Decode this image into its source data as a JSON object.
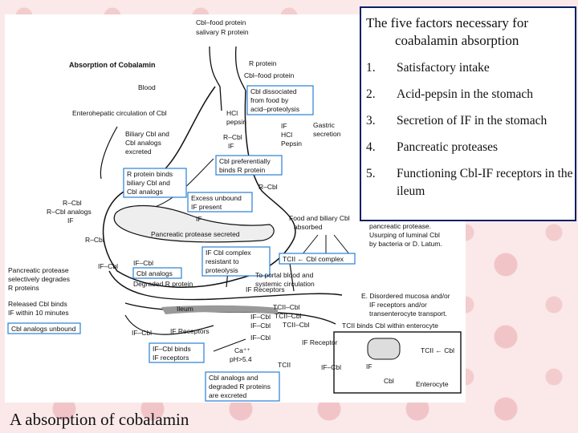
{
  "info_box": {
    "title_line1": "The five factors necessary for",
    "title_line2": "coabalamin absorption",
    "items": [
      {
        "num": "1.",
        "text": "Satisfactory intake"
      },
      {
        "num": "2.",
        "text": "Acid-pepsin in the stomach"
      },
      {
        "num": "3.",
        "text": "Secretion of IF in the stomach"
      },
      {
        "num": "4.",
        "text": "Pancreatic proteases"
      },
      {
        "num": "5.",
        "text": "Functioning Cbl-IF receptors in the ileum"
      }
    ]
  },
  "caption": "A absorption of cobalamin",
  "diagram": {
    "title": "Absorption of Cobalamin",
    "top_label_1": "Cbl–food protein",
    "top_label_2": "salivary R protein",
    "r_protein": "R protein",
    "cbl_food_protein": "Cbl–food protein",
    "dissociated_1": "Cbl dissociated",
    "dissociated_2": "from food by",
    "dissociated_3": "acid–proteolysis",
    "hcl": "HCl",
    "pepsin": "pepsin",
    "if": "IF",
    "hcl2": "HCl",
    "pepsin2": "Pepsin",
    "gastric_1": "Gastric",
    "gastric_2": "secretion",
    "r_cbl": "R–Cbl",
    "if2": "IF",
    "pref_1": "Cbl preferentially",
    "pref_2": "binds R protein",
    "blood": "Blood",
    "enterohepatic": "Enterohepatic circulation of Cbl",
    "biliary_1": "Biliary Cbl and",
    "biliary_2": "Cbl analogs",
    "biliary_3": "excreted",
    "rbind_1": "R protein binds",
    "rbind_2": "biliary Cbl and",
    "rbind_3": "Cbl analogs",
    "r_cbl2": "R–Cbl",
    "excess_1": "Excess unbound",
    "excess_2": "IF present",
    "r_cbl3": "R–Cbl",
    "r_cbl_analogs": "R–Cbl analogs",
    "if3": "IF",
    "if4": "IF",
    "food_biliary_1": "Food and biliary Cbl",
    "food_biliary_2": "absorbed",
    "pancreatic_secreted": "Pancreatic protease secreted",
    "r_cbl4": "R–Cbl",
    "if_cbl": "IF–Cbl",
    "if_cbl2": "IF–Cbl",
    "if_cbl_complex_1": "IF Cbl complex",
    "if_cbl_complex_2": "resistant to",
    "if_cbl_complex_3": "proteolysis",
    "cbl_analogs": "Cbl analogs",
    "degraded_r": "Degraded R protein",
    "tcii_complex": "TCII ← Cbl complex",
    "pp_degrades_1": "Pancreatic protease",
    "pp_degrades_2": "selectively degrades",
    "pp_degrades_3": "R proteins",
    "released_1": "Released Cbl binds",
    "released_2": "IF within 10 minutes",
    "unbound": "Cbl analogs unbound",
    "portal_1": "To portal blood and",
    "portal_2": "systemic circulation",
    "if_receptors": "IF Receptors",
    "ileum": "Ileum",
    "if_receptors2": "IF Receptors",
    "tcii_cbl1": "TCII–Cbl",
    "tcii_cbl2": "TCII–Cbl",
    "tcii_cbl3": "TCII–Cbl",
    "if_cbl3": "IF–Cbl",
    "if_cbl4": "IF–Cbl",
    "if_cbl5": "IF–Cbl",
    "if_cbl6": "IF–Cbl",
    "ca": "Ca⁺⁺",
    "ph": "pH>5.4",
    "tcii": "TCII",
    "disordered_1": "E. Disordered mucosa and/or",
    "disordered_2": "IF receptors and/or",
    "disordered_3": "transenterocyte transport.",
    "tcii_within": "TCII binds Cbl within enterocyte",
    "if_receptor": "IF Receptor",
    "tcii_cbl_right": "TCII ← Cbl",
    "if_cbl_right": "IF–Cbl",
    "if_right": "IF",
    "cbl_right": "Cbl",
    "enterocyte": "Enterocyte",
    "if_binds_1": "IF–Cbl binds",
    "if_binds_2": "IF receptors",
    "degraded_1": "Cbl analogs and",
    "degraded_2": "degraded R proteins",
    "degraded_3": "are excreted",
    "right_1": "pancreatic protease.",
    "right_2": "Usurping of luminal Cbl",
    "right_3": "by bacteria or D. Latum."
  }
}
